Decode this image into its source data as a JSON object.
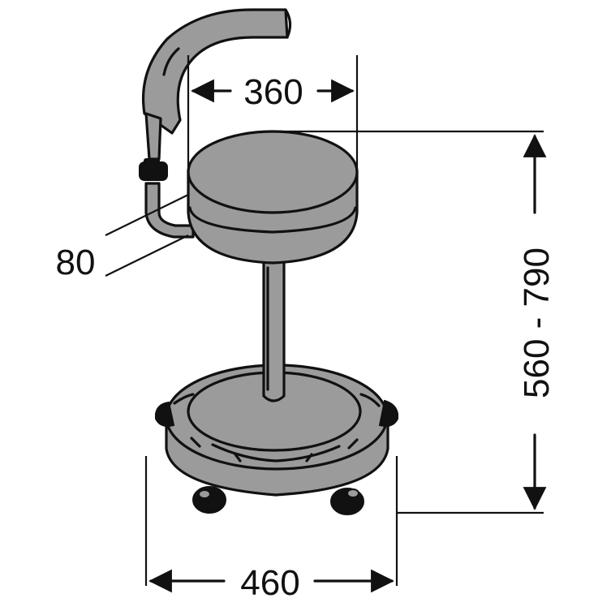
{
  "dimensions": {
    "seat_width": "360",
    "seat_thickness": "80",
    "height_range": "560 - 790",
    "base_width": "460"
  },
  "colors": {
    "line": "#111111",
    "fill": "#9b9b9b",
    "background": "#ffffff"
  }
}
